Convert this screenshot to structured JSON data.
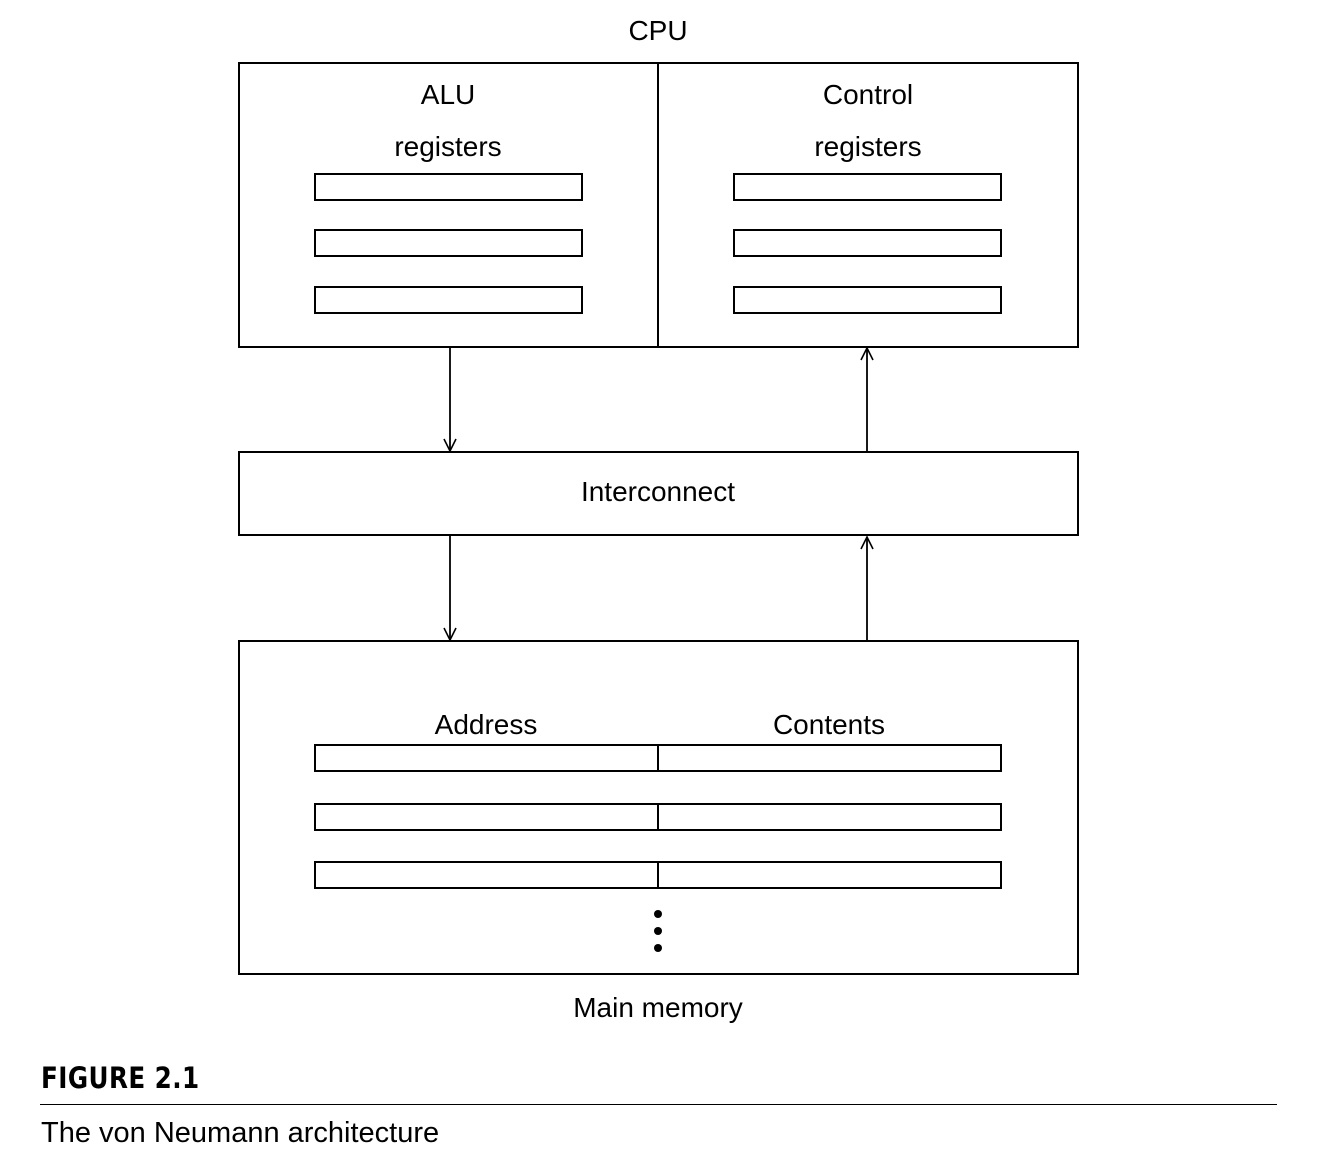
{
  "diagram": {
    "cpu_label": "CPU",
    "alu": {
      "title": "ALU",
      "registers_label": "registers"
    },
    "control": {
      "title": "Control",
      "registers_label": "registers"
    },
    "interconnect_label": "Interconnect",
    "memory": {
      "address_header": "Address",
      "contents_header": "Contents",
      "label": "Main memory"
    }
  },
  "figure": {
    "number": "FIGURE 2.1",
    "caption": "The von Neumann architecture"
  }
}
